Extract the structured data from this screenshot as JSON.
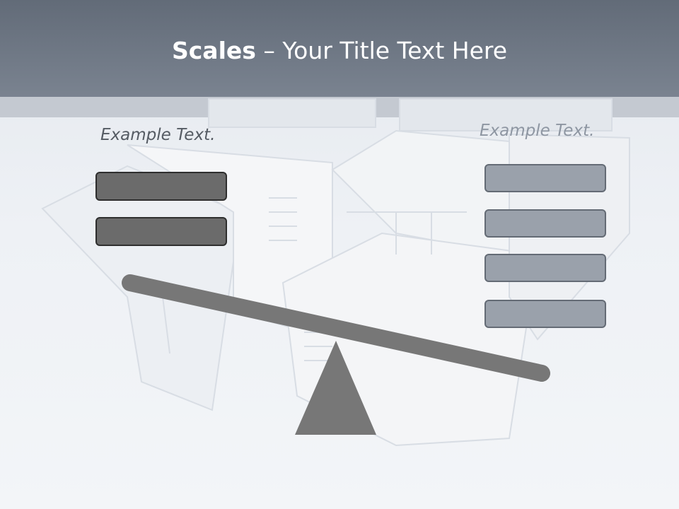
{
  "slide": {
    "title_bold": "Scales",
    "title_rest": " – Your Title Text Here",
    "left_caption": "Example Text.",
    "right_caption": "Example Text."
  },
  "colors": {
    "header": "#6a7380",
    "left_boxes": "#6b6b6b",
    "right_boxes": "#9aa1ab",
    "seesaw": "#777777"
  },
  "graphics": {
    "background_art": "white-architectural-model-buildings",
    "scale_icon": "seesaw-balance"
  }
}
